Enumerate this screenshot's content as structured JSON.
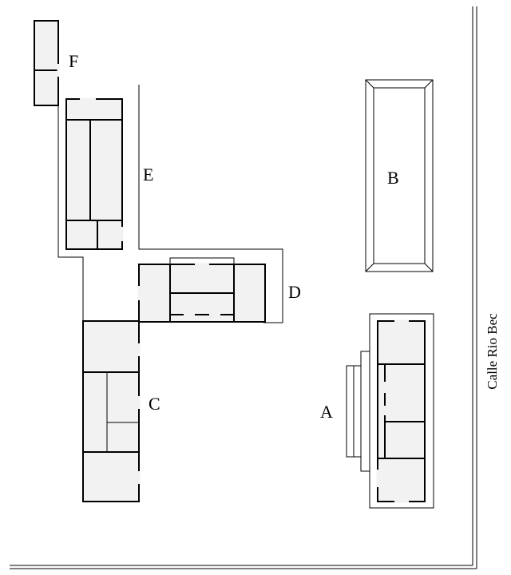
{
  "labels": {
    "a": "A",
    "b": "B",
    "c": "C",
    "d": "D",
    "e": "E",
    "f": "F"
  },
  "street": "Calle Rio Bec",
  "colors": {
    "room_fill": "#f2f2f2",
    "line": "#000000",
    "background": "#ffffff"
  }
}
